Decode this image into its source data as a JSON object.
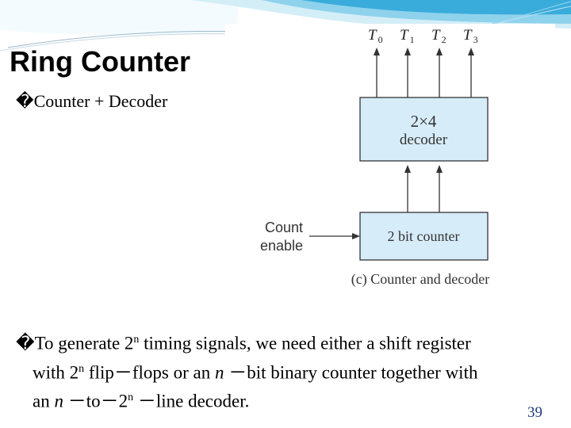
{
  "title": "Ring Counter",
  "bullets": [
    {
      "marker": "�",
      "text": "Counter + Decoder"
    },
    {
      "marker": "�",
      "parts": {
        "a": "To generate 2",
        "a_sup": "n",
        "b": " timing signals, we need either a shift register",
        "c": "with 2",
        "c_sup": "n",
        "d": " flip－flops or an ",
        "d_var": "n",
        "e": " －bit binary counter together with",
        "f": "an ",
        "f_var": "n",
        "g": " －to－2",
        "g_sup": "n",
        "h": " －line decoder."
      }
    }
  ],
  "diagram": {
    "outputs": [
      {
        "label": "T",
        "sub": "0"
      },
      {
        "label": "T",
        "sub": "1"
      },
      {
        "label": "T",
        "sub": "2"
      },
      {
        "label": "T",
        "sub": "3"
      }
    ],
    "decoder_line1": "2×4",
    "decoder_line2": "decoder",
    "counter_label": "2 bit counter",
    "input_line1": "Count",
    "input_line2": "enable",
    "caption": "(c) Counter and decoder",
    "box_fill": "#d7ecf9"
  },
  "page_number": "39",
  "accent": "#2aa6d8"
}
